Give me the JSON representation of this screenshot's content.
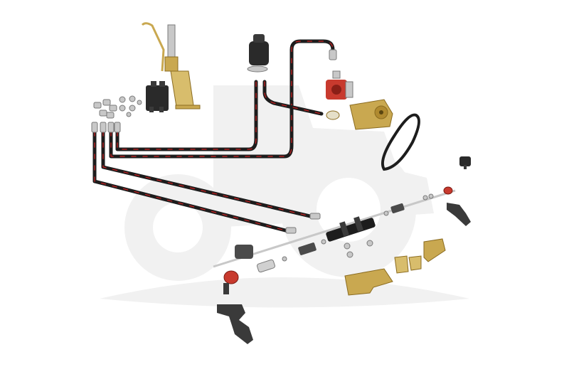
{
  "image": {
    "kind": "product-photo",
    "colors": {
      "background": "#ffffff",
      "watermark": "#f1f1f1",
      "hose": "#1d1d1d",
      "hose_stripe": "#b02020",
      "bracket_brass": "#c9a850",
      "bracket_brass_dark": "#8a6b20",
      "steel": "#c8c8c8",
      "steel_dark": "#7a7a7a",
      "iron": "#3a3a3a",
      "pump_red": "#c83a2e"
    },
    "icons": [
      "tractor-watermark",
      "hydraulic-hose",
      "steering-cylinder",
      "tie-rod-end",
      "steering-arm",
      "oil-reservoir",
      "mounting-bracket",
      "v-belt",
      "pump",
      "valve-block"
    ]
  }
}
